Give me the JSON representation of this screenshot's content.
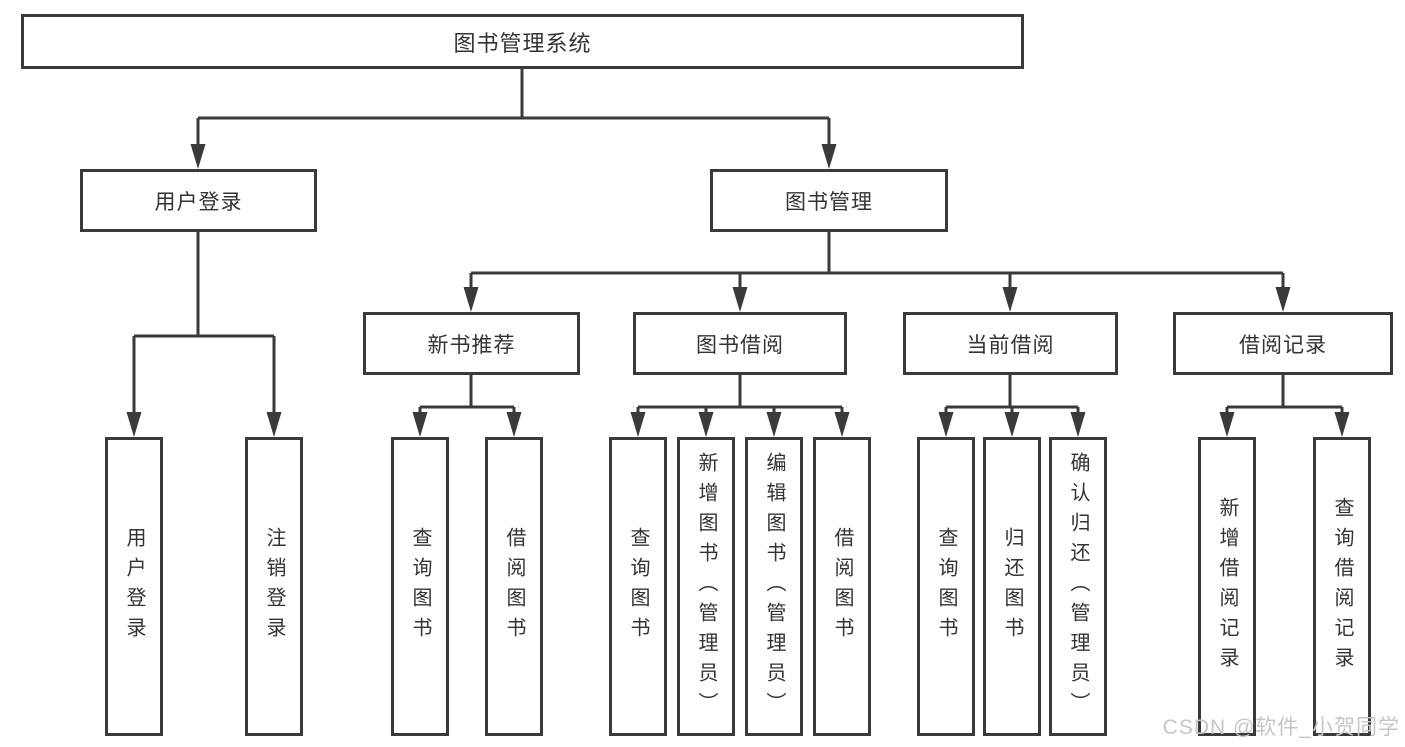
{
  "tree": {
    "label": "图书管理系统",
    "children": [
      {
        "label": "用户登录",
        "children": [
          {
            "label": "用户登录"
          },
          {
            "label": "注销登录"
          }
        ]
      },
      {
        "label": "图书管理",
        "children": [
          {
            "label": "新书推荐",
            "children": [
              {
                "label": "查询图书"
              },
              {
                "label": "借阅图书"
              }
            ]
          },
          {
            "label": "图书借阅",
            "children": [
              {
                "label": "查询图书"
              },
              {
                "label": "新增图书（管理员）"
              },
              {
                "label": "编辑图书（管理员）"
              },
              {
                "label": "借阅图书"
              }
            ]
          },
          {
            "label": "当前借阅",
            "children": [
              {
                "label": "查询图书"
              },
              {
                "label": "归还图书"
              },
              {
                "label": "确认归还（管理员）"
              }
            ]
          },
          {
            "label": "借阅记录",
            "children": [
              {
                "label": "新增借阅记录"
              },
              {
                "label": "查询借阅记录"
              }
            ]
          }
        ]
      }
    ]
  },
  "watermark": {
    "text": "CSDN @软件_小贺同学"
  },
  "colors": {
    "line": "#3a3a3a",
    "box_border": "#3a3a3a",
    "text": "#333333",
    "background": "#ffffff",
    "watermark": "#c6c6c6"
  }
}
